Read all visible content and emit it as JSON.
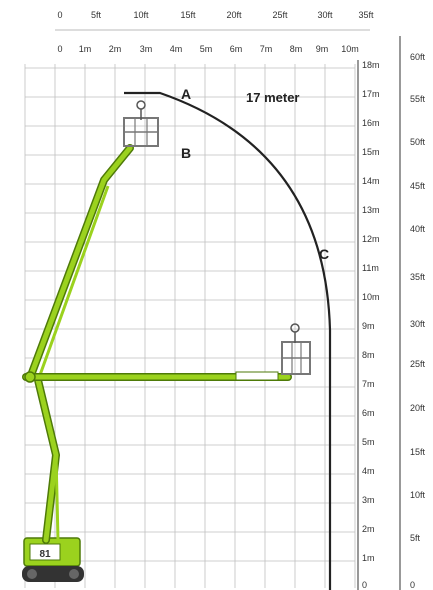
{
  "feet_top": {
    "labels": [
      "0",
      "5ft",
      "10ft",
      "15ft",
      "20ft",
      "25ft",
      "30ft",
      "35ft"
    ]
  },
  "meters_top": {
    "labels": [
      "0",
      "1m",
      "2m",
      "3m",
      "4m",
      "5m",
      "6m",
      "7m",
      "8m",
      "9m",
      "10m"
    ]
  },
  "meters_right": {
    "labels": [
      "18m",
      "17m",
      "16m",
      "15m",
      "14m",
      "13m",
      "12m",
      "11m",
      "10m",
      "9m",
      "8m",
      "7m",
      "6m",
      "5m",
      "4m",
      "3m",
      "2m",
      "1m",
      "0"
    ]
  },
  "feet_right": {
    "labels": [
      "60ft",
      "55ft",
      "50ft",
      "45ft",
      "40ft",
      "35ft",
      "30ft",
      "25ft",
      "20ft",
      "15ft",
      "10ft",
      "5ft",
      "0"
    ]
  },
  "points": {
    "a": "A",
    "b": "B",
    "c": "C"
  },
  "callout": "17 meter",
  "lift_badge": "81",
  "colors": {
    "boom": "#9bd21e",
    "boom_dark": "#4e7a08",
    "grid": "#bfbfbf",
    "envelope": "#222222",
    "basket": "#777777"
  },
  "icons": [
    "person-icon"
  ]
}
